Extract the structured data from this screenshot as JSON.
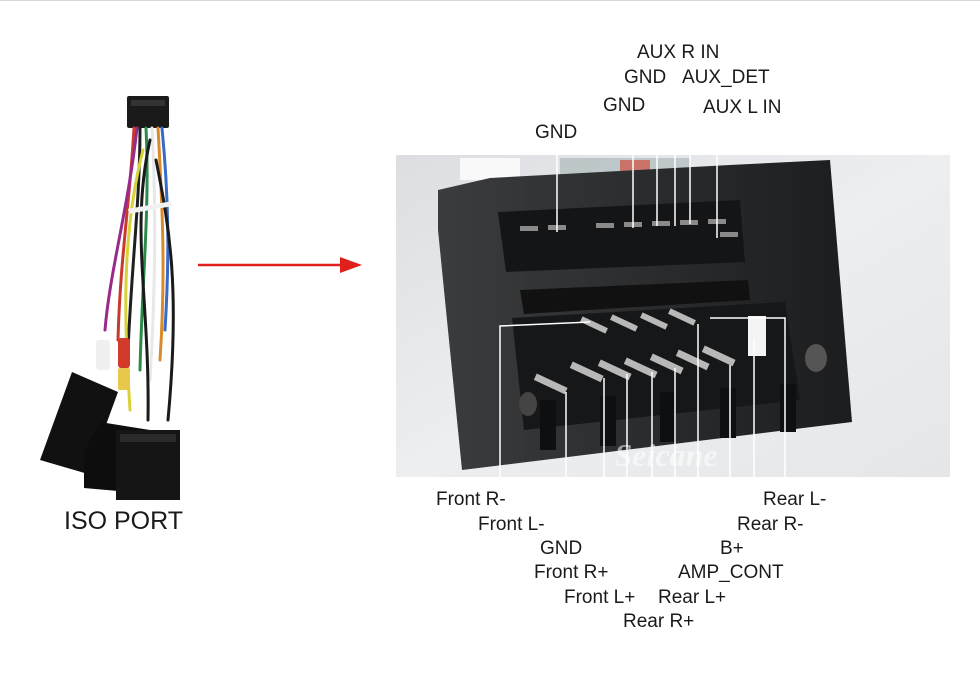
{
  "iso_port_label": "ISO PORT",
  "watermark": "Seicane",
  "top_labels": {
    "aux_r_in": "AUX R IN",
    "gnd_1": "GND",
    "aux_det": "AUX_DET",
    "gnd_2": "GND",
    "aux_l_in": "AUX L IN",
    "gnd_3": "GND"
  },
  "bottom_labels": {
    "front_r_minus": "Front R-",
    "front_l_minus": "Front L-",
    "gnd": "GND",
    "front_r_plus": "Front R+",
    "front_l_plus": "Front L+",
    "rear_r_plus": "Rear R+",
    "rear_l_plus": "Rear L+",
    "amp_cont": "AMP_CONT",
    "b_plus": "B+",
    "rear_r_minus": "Rear R-",
    "rear_l_minus": "Rear L-"
  },
  "colors": {
    "arrow": "#e0201c",
    "connector_body": "#2a2c2e",
    "leader_line": "#ffffff"
  }
}
